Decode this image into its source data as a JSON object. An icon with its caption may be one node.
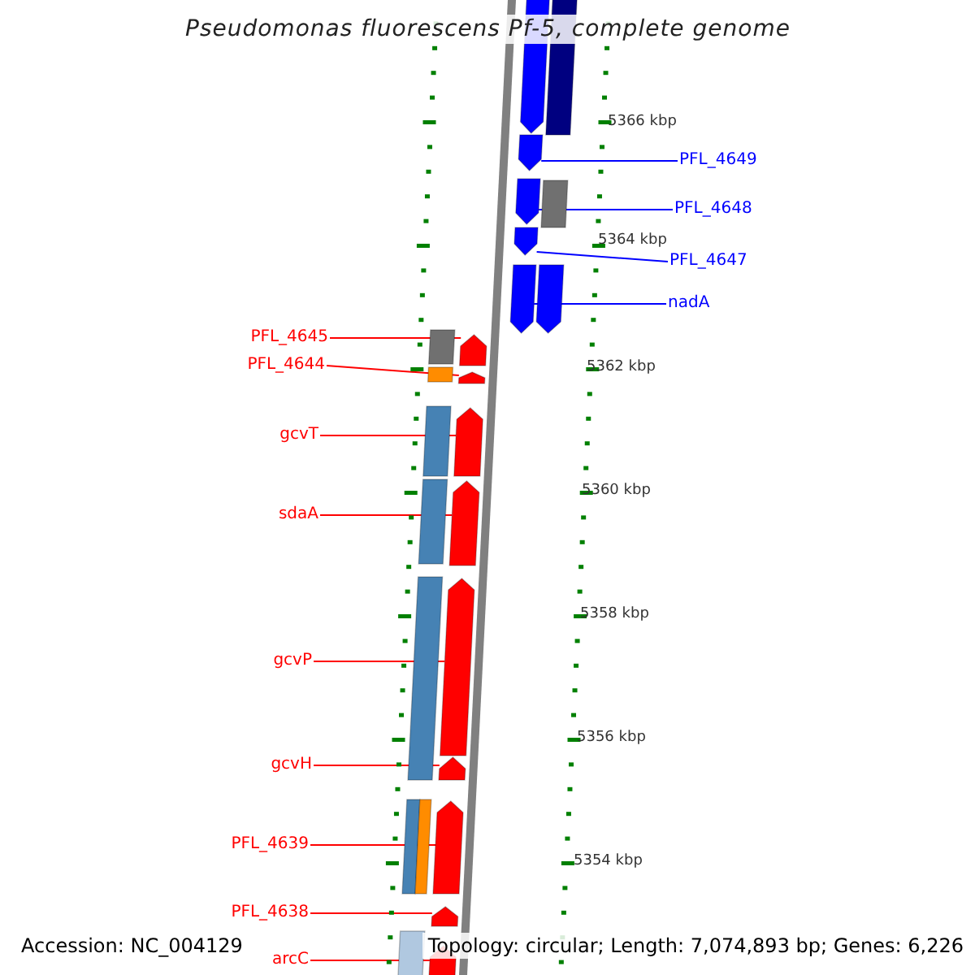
{
  "diagram": {
    "title": "Pseudomonas fluorescens Pf-5, complete genome",
    "nodes": [
      {
        "text": [
          "PFL_4649"
        ]
      },
      {
        "text": [],
        "shape": "arrow"
      },
      {
        "text": [
          "PFL_4648"
        ]
      },
      {
        "text": [],
        "shape": "arrow"
      },
      {
        "text": [
          "PFL_4647"
        ]
      },
      {
        "text": [],
        "shape": "arrow"
      },
      {
        "text": [
          "nadA"
        ]
      },
      {
        "text": [],
        "shape": "arrow"
      },
      {
        "text": [
          "PFL_4645"
        ]
      },
      {
        "text": [],
        "shape": "arrow"
      },
      {
        "text": [
          "PFL_4644"
        ]
      },
      {
        "text": [],
        "shape": "arrow"
      },
      {
        "text": [
          "gcvT"
        ]
      },
      {
        "text": [],
        "shape": "arrow"
      },
      {
        "text": [
          "sdaA"
        ]
      },
      {
        "text": [],
        "shape": "arrow"
      },
      {
        "text": [
          "gcvP"
        ]
      },
      {
        "text": [],
        "shape": "arrow"
      },
      {
        "text": [
          "gcvH"
        ]
      },
      {
        "text": [],
        "shape": "arrow"
      },
      {
        "text": [
          "PFL_4639"
        ]
      },
      {
        "text": [],
        "shape": "arrow"
      },
      {
        "text": [
          "PFL_4638"
        ]
      },
      {
        "text": [],
        "shape": "arrow"
      },
      {
        "text": [
          "arcC"
        ]
      },
      {
        "text": [],
        "shape": "arrow"
      },
      {
        "text": [],
        "shape": "arrow"
      },
      {
        "text": [],
        "shape": "bar"
      },
      {
        "text": [],
        "shape": "bar"
      },
      {
        "text": [],
        "shape": "arrow"
      },
      {
        "text": [],
        "shape": "bar"
      },
      {
        "text": [],
        "shape": "bar"
      },
      {
        "text": [],
        "shape": "bar"
      },
      {
        "text": [],
        "shape": "bar"
      },
      {
        "text": [],
        "shape": "bar"
      },
      {
        "text": [],
        "shape": "bar"
      },
      {
        "text": [],
        "shape": "bar"
      }
    ],
    "edges": [
      {
        "from": 0,
        "to": 1,
        "arrow": "none",
        "color": "#0000ff"
      },
      {
        "from": 2,
        "to": 3,
        "arrow": "none",
        "color": "#0000ff"
      },
      {
        "from": 4,
        "to": 5,
        "arrow": "none",
        "color": "#0000ff"
      },
      {
        "from": 6,
        "to": 7,
        "arrow": "none",
        "color": "#0000ff"
      },
      {
        "from": 8,
        "to": 9,
        "arrow": "none"
      },
      {
        "from": 10,
        "to": 11,
        "arrow": "none"
      },
      {
        "from": 12,
        "to": 13,
        "arrow": "none"
      },
      {
        "from": 14,
        "to": 15,
        "arrow": "none"
      },
      {
        "from": 16,
        "to": 17,
        "arrow": "none"
      },
      {
        "from": 18,
        "to": 19,
        "arrow": "none"
      },
      {
        "from": 20,
        "to": 21,
        "arrow": "none"
      },
      {
        "from": 22,
        "to": 23,
        "arrow": "none"
      },
      {
        "from": 24,
        "to": 25,
        "arrow": "none"
      }
    ],
    "labels": [
      "5366 kbp",
      "5364 kbp",
      "5362 kbp",
      "5360 kbp",
      "5358 kbp",
      "5356 kbp",
      "5354 kbp",
      "Accession: NC_004129",
      "Topology: circular; Length: 7,074,893 bp; Genes: 6,226"
    ]
  }
}
